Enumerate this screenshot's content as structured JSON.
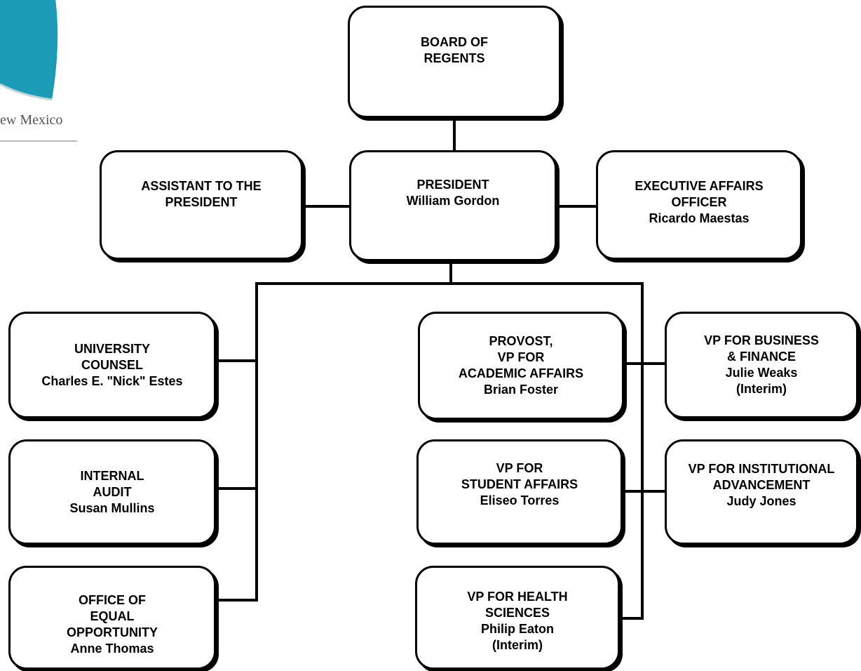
{
  "logo": {
    "text": "ew Mexico",
    "colors": {
      "arc": "#1b9bb5",
      "text": "#555555"
    }
  },
  "boxes": {
    "board": {
      "lines": [
        "BOARD OF",
        "REGENTS"
      ]
    },
    "assistant": {
      "lines": [
        "ASSISTANT TO THE",
        "PRESIDENT"
      ]
    },
    "president": {
      "lines": [
        "PRESIDENT",
        "William Gordon"
      ]
    },
    "executive": {
      "lines": [
        "EXECUTIVE AFFAIRS",
        "OFFICER",
        "Ricardo Maestas"
      ]
    },
    "counsel": {
      "lines": [
        "UNIVERSITY",
        "COUNSEL",
        "Charles E. \"Nick\" Estes"
      ]
    },
    "audit": {
      "lines": [
        "INTERNAL",
        "AUDIT",
        "Susan Mullins"
      ]
    },
    "eeo": {
      "lines": [
        "OFFICE OF",
        "EQUAL",
        "OPPORTUNITY",
        "Anne Thomas"
      ]
    },
    "provost": {
      "lines": [
        "PROVOST,",
        "VP FOR",
        "ACADEMIC AFFAIRS",
        "Brian Foster"
      ]
    },
    "student": {
      "lines": [
        "VP FOR",
        "STUDENT AFFAIRS",
        "Eliseo Torres"
      ]
    },
    "health": {
      "lines": [
        "VP FOR HEALTH",
        "SCIENCES",
        "Philip Eaton",
        "(Interim)"
      ]
    },
    "business": {
      "lines": [
        "VP FOR BUSINESS",
        "& FINANCE",
        "Julie Weaks",
        "(Interim)"
      ]
    },
    "advancement": {
      "lines": [
        "VP FOR INSTITUTIONAL",
        "ADVANCEMENT",
        "Judy Jones"
      ]
    }
  },
  "colors": {
    "line": "#000000",
    "box_border": "#000000",
    "background": "#ffffff"
  }
}
